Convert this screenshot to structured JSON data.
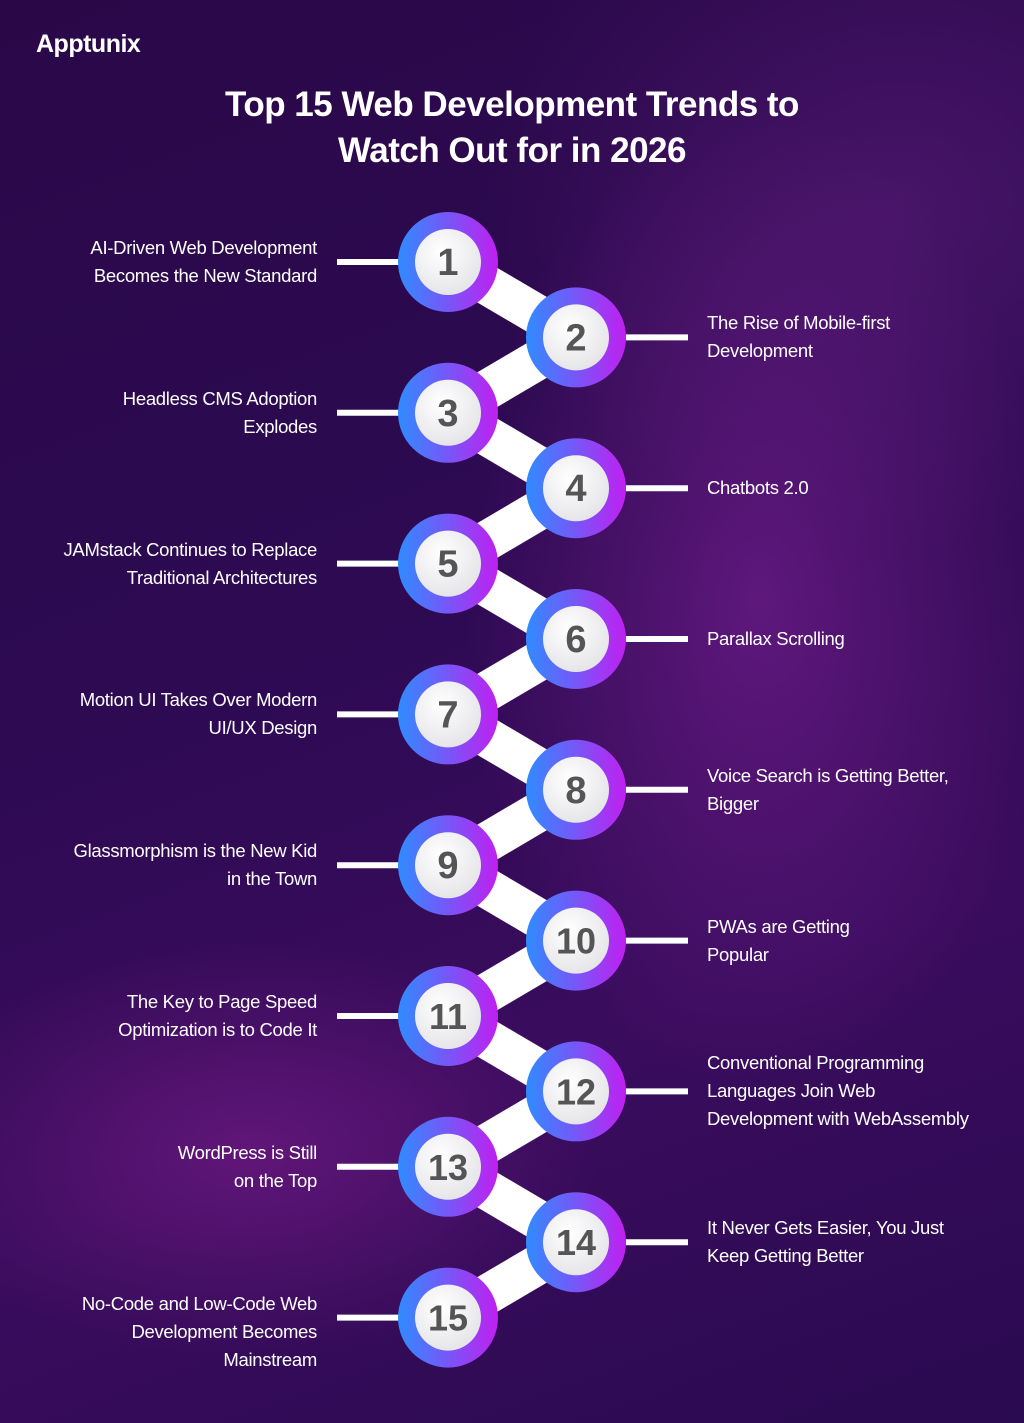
{
  "brand": {
    "logo_text": "Apptunix"
  },
  "header": {
    "title_line1": "Top 15 Web Development Trends to",
    "title_line2": "Watch Out for in 2026"
  },
  "colors": {
    "gradient_start": "#2f8cff",
    "gradient_end": "#c020f0",
    "connector": "#ffffff",
    "number": "#555555"
  },
  "trends": [
    {
      "number": "1",
      "side": "left",
      "lines": [
        "AI-Driven Web Development",
        "Becomes the New Standard"
      ]
    },
    {
      "number": "2",
      "side": "right",
      "lines": [
        "The Rise of Mobile-first",
        "Development"
      ]
    },
    {
      "number": "3",
      "side": "left",
      "lines": [
        "Headless CMS Adoption",
        "Explodes"
      ]
    },
    {
      "number": "4",
      "side": "right",
      "lines": [
        "Chatbots 2.0"
      ]
    },
    {
      "number": "5",
      "side": "left",
      "lines": [
        "JAMstack Continues to Replace",
        "Traditional Architectures"
      ]
    },
    {
      "number": "6",
      "side": "right",
      "lines": [
        "Parallax Scrolling"
      ]
    },
    {
      "number": "7",
      "side": "left",
      "lines": [
        "Motion UI Takes Over Modern",
        "UI/UX Design"
      ]
    },
    {
      "number": "8",
      "side": "right",
      "lines": [
        "Voice Search is Getting Better,",
        "Bigger"
      ]
    },
    {
      "number": "9",
      "side": "left",
      "lines": [
        "Glassmorphism is the New Kid",
        "in the Town"
      ]
    },
    {
      "number": "10",
      "side": "right",
      "lines": [
        "PWAs are Getting",
        "Popular"
      ]
    },
    {
      "number": "11",
      "side": "left",
      "lines": [
        "The Key to Page Speed",
        "Optimization is to Code It"
      ]
    },
    {
      "number": "12",
      "side": "right",
      "lines": [
        "Conventional Programming",
        "Languages Join Web",
        "Development with WebAssembly"
      ]
    },
    {
      "number": "13",
      "side": "left",
      "lines": [
        "WordPress is Still",
        "on the Top"
      ]
    },
    {
      "number": "14",
      "side": "right",
      "lines": [
        "It Never Gets Easier, You Just",
        "Keep Getting Better"
      ]
    },
    {
      "number": "15",
      "side": "left",
      "lines": [
        "No-Code and Low-Code Web",
        "Development Becomes",
        "Mainstream"
      ]
    }
  ]
}
